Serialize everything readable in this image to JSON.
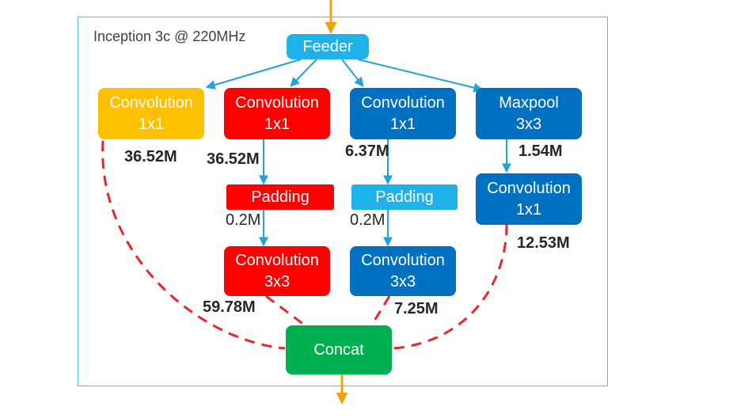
{
  "title": "Inception  3c @ 220MHz",
  "nodes": {
    "feeder": {
      "text": "Feeder"
    },
    "conv_1x1_yellow": {
      "line1": "Convolution",
      "line2": "1x1"
    },
    "conv_1x1_red": {
      "line1": "Convolution",
      "line2": "1x1"
    },
    "conv_1x1_blue": {
      "line1": "Convolution",
      "line2": "1x1"
    },
    "maxpool_3x3": {
      "line1": "Maxpool",
      "line2": "3x3"
    },
    "padding_red": {
      "text": "Padding"
    },
    "padding_light": {
      "text": "Padding"
    },
    "conv_1x1_after_pool": {
      "line1": "Convolution",
      "line2": "1x1"
    },
    "conv_3x3_red": {
      "line1": "Convolution",
      "line2": "3x3"
    },
    "conv_3x3_blue": {
      "line1": "Convolution",
      "line2": "3x3"
    },
    "concat": {
      "text": "Concat"
    }
  },
  "edge_labels": {
    "yellow_to_concat": "36.52M",
    "red1x1_to_padding": "36.52M",
    "blue1x1_to_padding": "6.37M",
    "maxpool_to_conv": "1.54M",
    "padding_red_to_conv": "0.2M",
    "padding_light_to_conv": "0.2M",
    "pool_conv_to_concat": "12.53M",
    "red3x3_to_concat": "59.78M",
    "blue3x3_to_concat": "7.25M"
  },
  "colors": {
    "yellow": "#ffc000",
    "red": "#ff0000",
    "blue": "#0070c0",
    "light_blue": "#1fb2e8",
    "green": "#00b050",
    "arrow": "#1fa3d8",
    "io_arrow": "#f0a30a",
    "dashed": "#e8262b",
    "frame": "#5bb8e0"
  }
}
